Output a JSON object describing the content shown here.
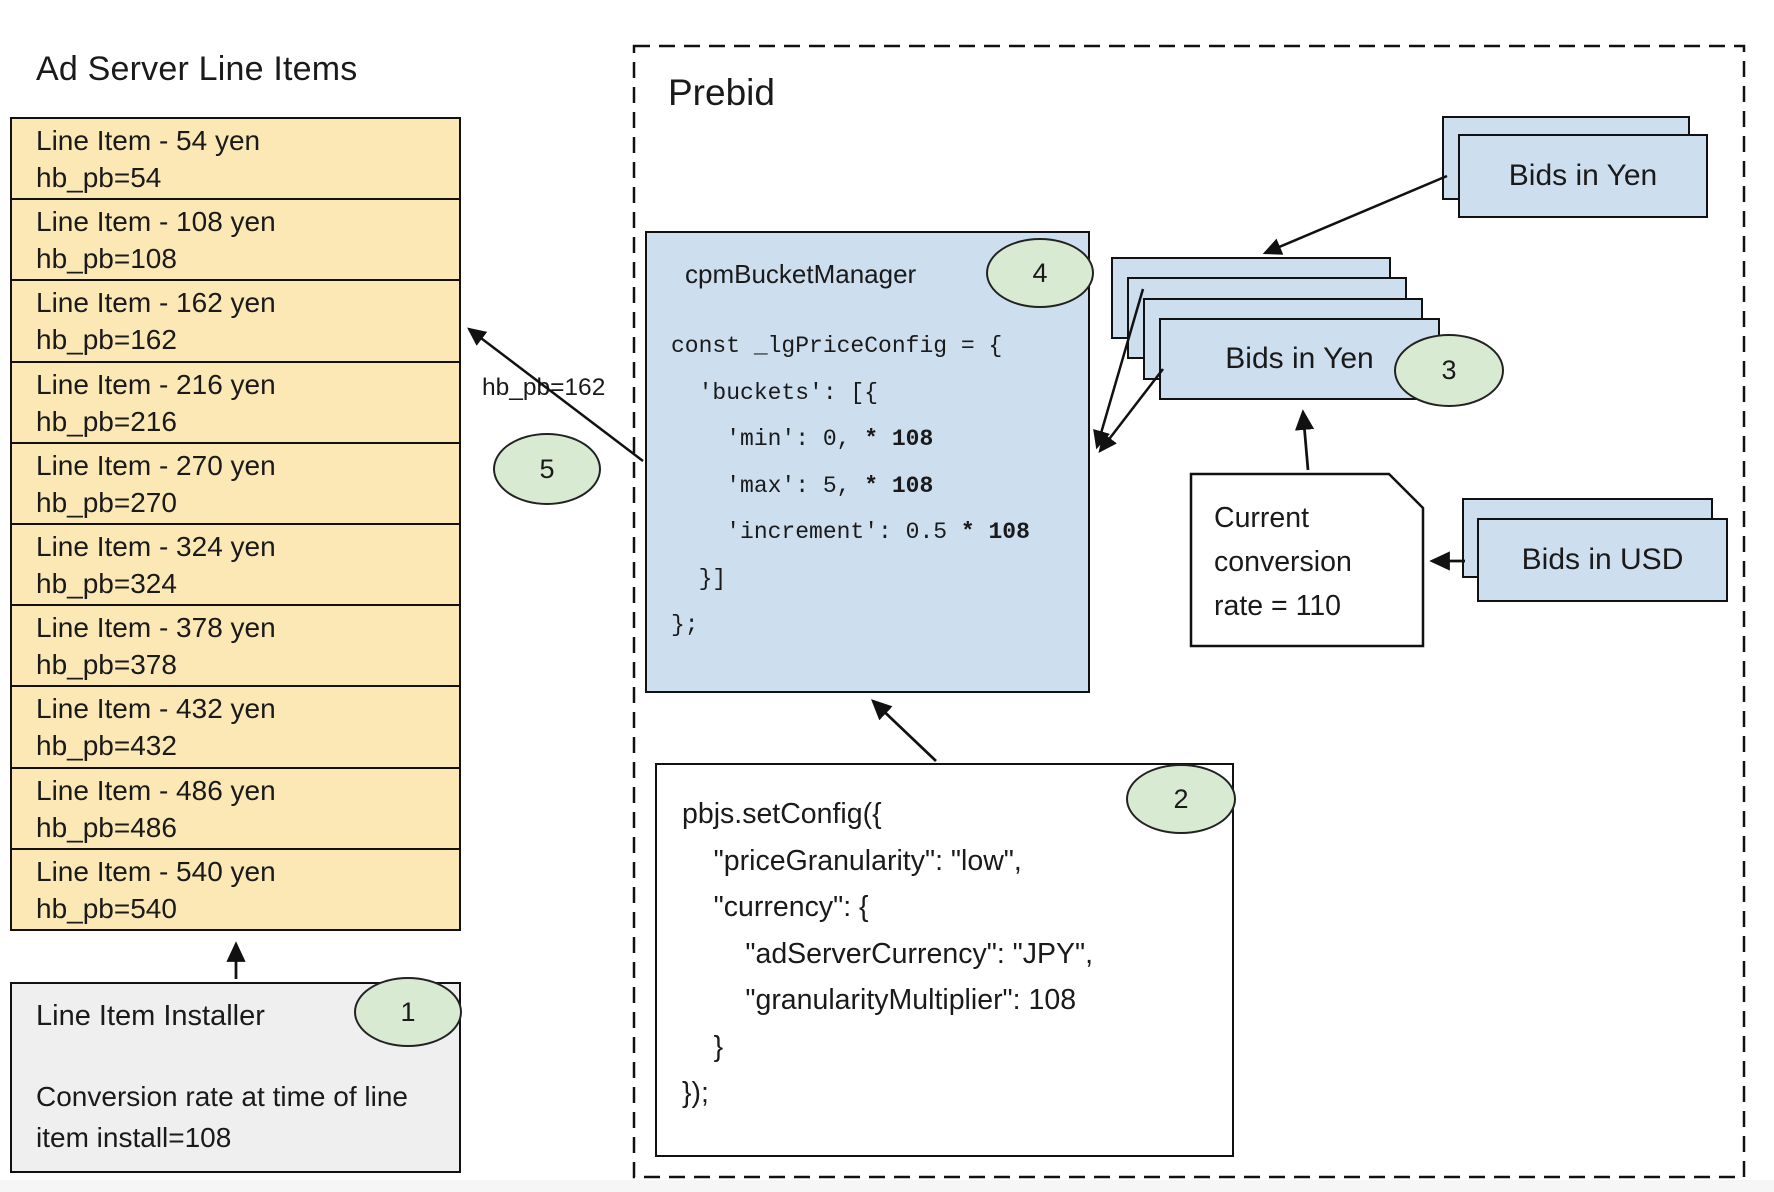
{
  "colors": {
    "yellow": "#FBE8B4",
    "blue": "#CDDEEF",
    "green": "#D9EAD3",
    "gray": "#EFEFEF",
    "border": "#111111"
  },
  "ad_server": {
    "title": "Ad Server Line Items",
    "line_items": [
      {
        "label": "Line Item - 54 yen",
        "key": "hb_pb=54"
      },
      {
        "label": "Line Item - 108 yen",
        "key": "hb_pb=108"
      },
      {
        "label": "Line Item - 162 yen",
        "key": "hb_pb=162"
      },
      {
        "label": "Line Item - 216 yen",
        "key": "hb_pb=216"
      },
      {
        "label": "Line Item - 270 yen",
        "key": "hb_pb=270"
      },
      {
        "label": "Line Item - 324 yen",
        "key": "hb_pb=324"
      },
      {
        "label": "Line Item - 378 yen",
        "key": "hb_pb=378"
      },
      {
        "label": "Line Item - 432 yen",
        "key": "hb_pb=432"
      },
      {
        "label": "Line Item - 486 yen",
        "key": "hb_pb=486"
      },
      {
        "label": "Line Item - 540 yen",
        "key": "hb_pb=540"
      }
    ],
    "installer": {
      "title": "Line Item Installer",
      "badge": "1",
      "body": "Conversion rate at time of line item install=108"
    }
  },
  "prebid": {
    "title": "Prebid",
    "cpm_bucket_manager": {
      "title": "cpmBucketManager",
      "badge": "4",
      "code": [
        [
          {
            "t": "const _lgPriceConfig = {",
            "b": false
          }
        ],
        [
          {
            "t": "  'buckets': [{",
            "b": false
          }
        ],
        [
          {
            "t": "    'min': 0, ",
            "b": false
          },
          {
            "t": "* 108",
            "b": true
          }
        ],
        [
          {
            "t": "    'max': 5, ",
            "b": false
          },
          {
            "t": "* 108",
            "b": true
          }
        ],
        [
          {
            "t": "    'increment': 0.5 ",
            "b": false
          },
          {
            "t": "* 108",
            "b": true
          }
        ],
        [
          {
            "t": "  }]",
            "b": false
          }
        ],
        [
          {
            "t": "};",
            "b": false
          }
        ]
      ]
    },
    "set_config": {
      "badge": "2",
      "code": [
        "pbjs.setConfig({",
        "    \"priceGranularity\": \"low\",",
        "    \"currency\": {",
        "        \"adServerCurrency\": \"JPY\",",
        "        \"granularityMultiplier\": 108",
        "    }",
        "});"
      ]
    },
    "bids_in_yen_top": "Bids in Yen",
    "bids_in_yen_stack": {
      "label": "Bids in Yen",
      "badge": "3"
    },
    "bids_in_usd": "Bids in USD",
    "conversion_note": "Current conversion rate = 110",
    "arrow_label": "hb_pb=162",
    "arrow_badge": "5"
  }
}
